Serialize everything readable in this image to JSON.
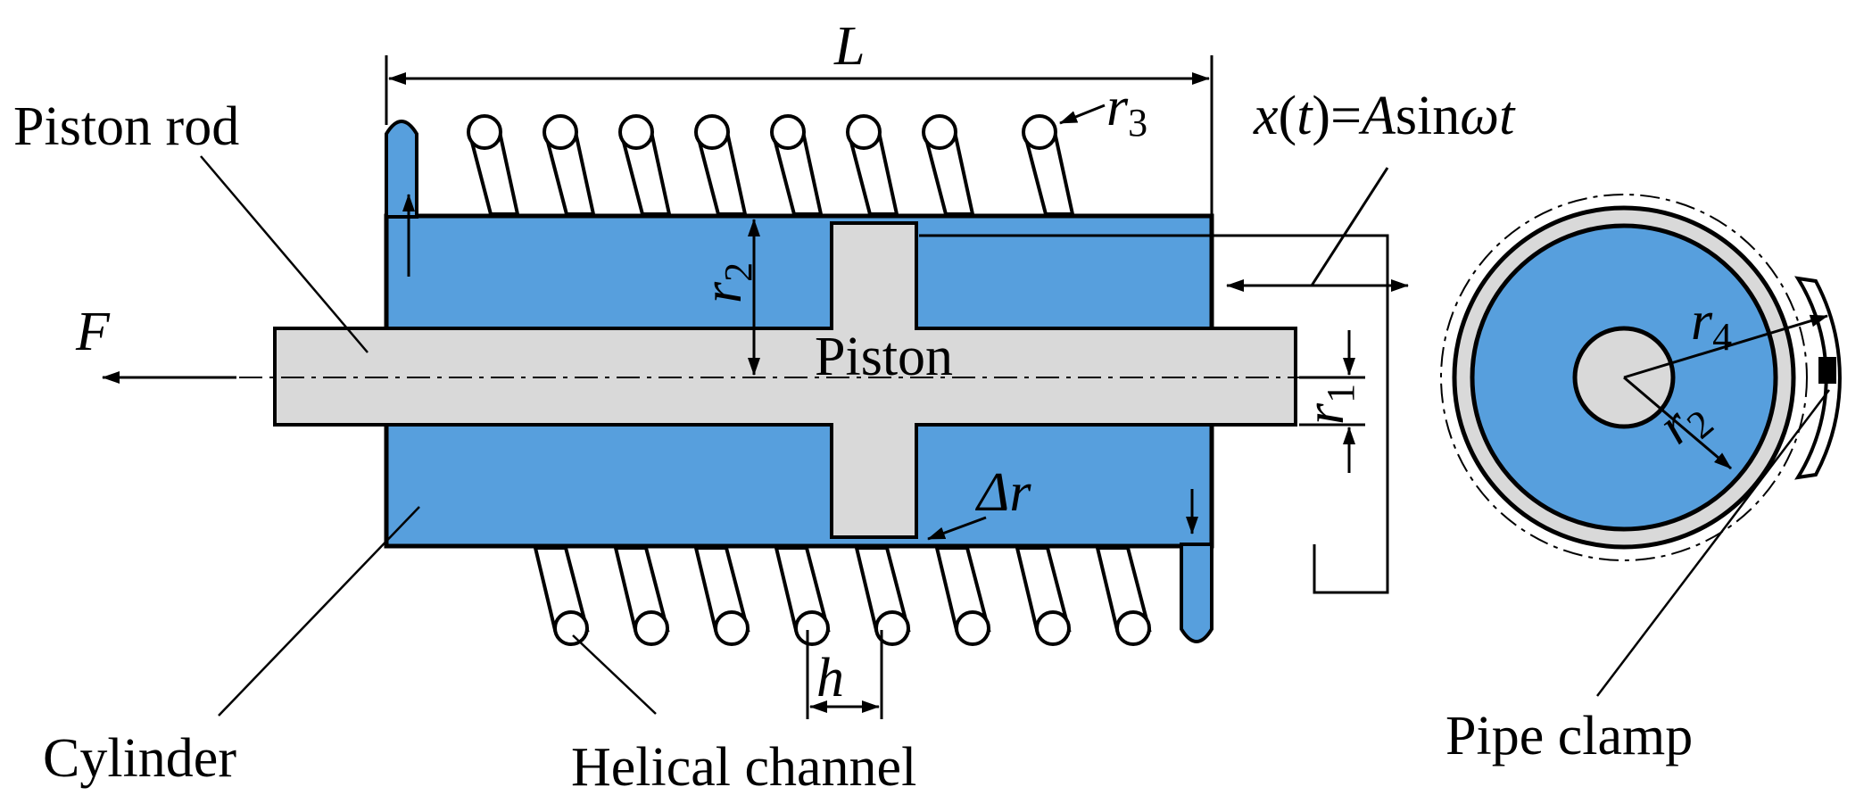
{
  "diagram": {
    "labels": {
      "piston_rod": "Piston rod",
      "piston": "Piston",
      "cylinder": "Cylinder",
      "helical_channel": "Helical channel",
      "pipe_clamp": "Pipe clamp"
    },
    "symbols": {
      "force": "F",
      "length": "L",
      "pitch": "h",
      "gap": "Δr",
      "excitation_lhs": "x",
      "excitation_paren_open": "(",
      "excitation_t": "t",
      "excitation_paren_close": ")",
      "excitation_eq": "=",
      "excitation_amp": "A",
      "excitation_sin": "sin",
      "excitation_omega": "ω",
      "excitation_t2": "t",
      "r_letter": "r",
      "r1_sub": "1",
      "r2_sub": "2",
      "r3_sub": "3",
      "r4_sub": "4"
    },
    "colors": {
      "fluid_blue": "#579fdd",
      "solid_gray": "#d9d9d9",
      "stroke": "#000000"
    }
  }
}
